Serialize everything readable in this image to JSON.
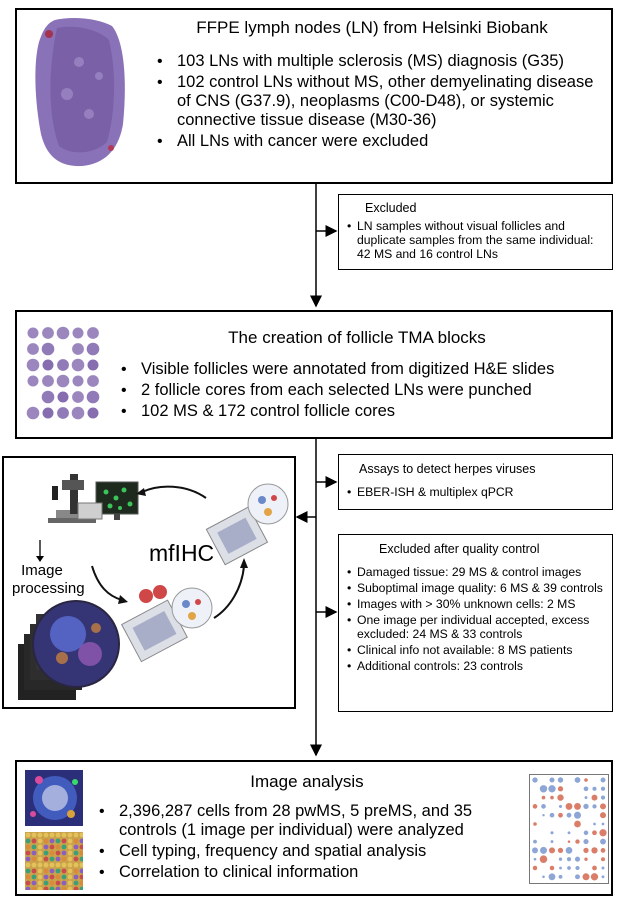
{
  "box1": {
    "title": "FFPE lymph nodes (LN) from Helsinki Biobank",
    "bullets": [
      "103 LNs with multiple sclerosis (MS) diagnosis (G35)",
      "102 control LNs without MS, other demyelinating disease of CNS (G37.9), neoplasms (C00-D48), or systemic connective tissue disease (M30-36)",
      "All LNs with cancer were excluded"
    ]
  },
  "excluded1": {
    "title": "Excluded",
    "bullets": [
      "LN samples without visual follicles and duplicate samples from the same individual: 42 MS and 16 control LNs"
    ]
  },
  "box2": {
    "title": "The creation of follicle TMA blocks",
    "bullets": [
      "Visible follicles were annotated from digitized H&E slides",
      "2 follicle cores from each selected LNs were punched",
      "102 MS & 172 control follicle cores"
    ]
  },
  "box3": {
    "center_label": "mfIHC",
    "image_processing_label": "Image processing"
  },
  "assays": {
    "title": "Assays to detect herpes viruses",
    "bullets": [
      "EBER-ISH & multiplex qPCR"
    ]
  },
  "excluded_qc": {
    "title": "Excluded after quality control",
    "bullets": [
      "Damaged tissue: 29 MS & control images",
      "Suboptimal image quality: 6 MS & 39 controls",
      "Images with > 30% unknown cells: 2 MS",
      "One image per individual accepted, excess excluded: 24 MS & 33 controls",
      "Clinical info not available: 8 MS patients",
      "Additional controls: 23 controls"
    ]
  },
  "box4": {
    "title": "Image analysis",
    "bullets": [
      "2,396,287  cells from  28 pwMS, 5 preMS, and 35 controls (1 image per individual) were analyzed",
      "Cell typing, frequency and spatial analysis",
      "Correlation to clinical information"
    ]
  },
  "colors": {
    "border": "#000000",
    "he_purple": "#7a5fa8",
    "heat_red": "#d4674f",
    "heat_blue": "#7a96cf"
  }
}
